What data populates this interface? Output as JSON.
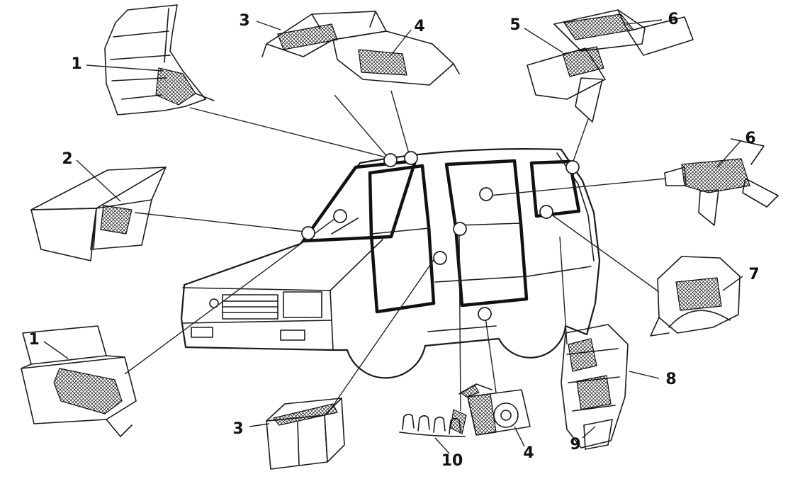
{
  "figure": {
    "ink_color": "#1a1a1a",
    "background_color": "#ffffff",
    "callouts": [
      {
        "id": "callout-1-upper-left",
        "label": "1"
      },
      {
        "id": "callout-2-left",
        "label": "2"
      },
      {
        "id": "callout-3-top",
        "label": "3"
      },
      {
        "id": "callout-4-top",
        "label": "4"
      },
      {
        "id": "callout-5-top-right",
        "label": "5"
      },
      {
        "id": "callout-6-top-right",
        "label": "6"
      },
      {
        "id": "callout-6-right",
        "label": "6"
      },
      {
        "id": "callout-7-right",
        "label": "7"
      },
      {
        "id": "callout-8-bottom-right",
        "label": "8"
      },
      {
        "id": "callout-9-bottom-right",
        "label": "9"
      },
      {
        "id": "callout-1-bottom-left",
        "label": "1"
      },
      {
        "id": "callout-3-bottom",
        "label": "3"
      },
      {
        "id": "callout-10-bottom",
        "label": "10"
      },
      {
        "id": "callout-4-bottom",
        "label": "4"
      }
    ]
  }
}
